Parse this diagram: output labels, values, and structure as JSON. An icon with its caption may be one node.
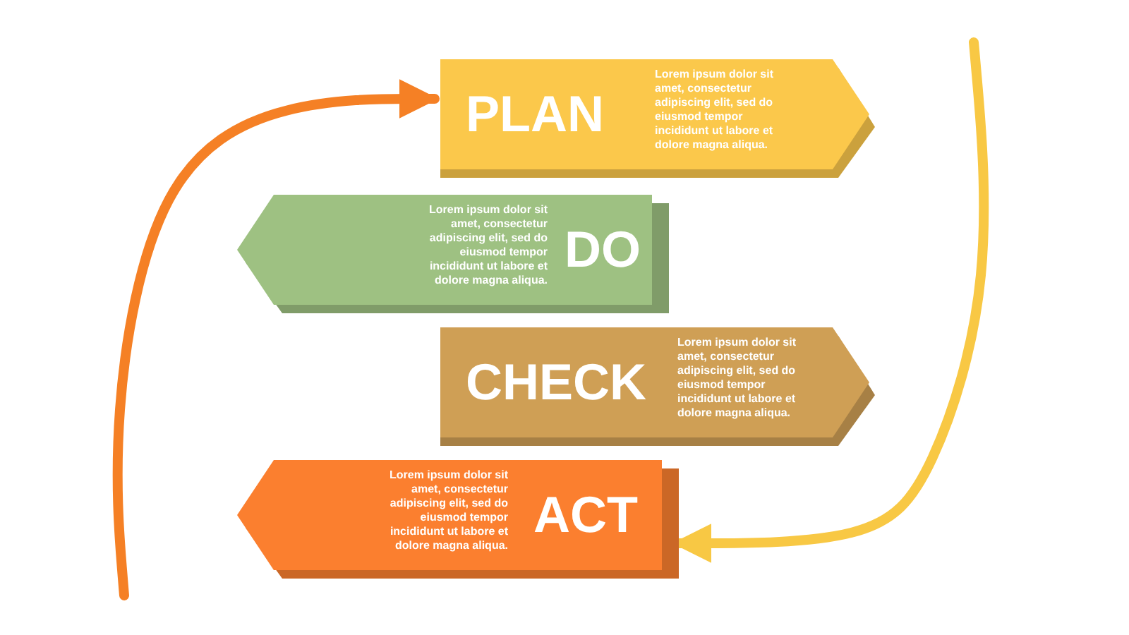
{
  "diagram": {
    "nodes": [
      {
        "text": [
          "PLAN",
          "Lorem ipsum dolor sit amet, consectetur adipiscing elit, sed do eiusmod tempor incididunt ut labore et dolore magna aliqua."
        ]
      },
      {
        "text": [
          "Lorem ipsum dolor sit amet, consectetur adipiscing elit, sed do eiusmod tempor incididunt ut labore et dolore magna aliqua.",
          "DO"
        ]
      },
      {
        "text": [
          "CHECK",
          "Lorem ipsum dolor sit amet, consectetur adipiscing elit, sed do eiusmod tempor incididunt ut labore et dolore magna aliqua."
        ]
      },
      {
        "text": [
          "Lorem ipsum dolor sit amet, consectetur adipiscing elit, sed do eiusmod tempor incididunt ut labore et dolore magna aliqua.",
          "ACT"
        ]
      }
    ],
    "edges": [
      {
        "from": null,
        "to": 0,
        "arrow": "to",
        "color": "#f58025"
      },
      {
        "from": null,
        "to": 3,
        "arrow": "to",
        "color": "#f8c844"
      }
    ]
  }
}
